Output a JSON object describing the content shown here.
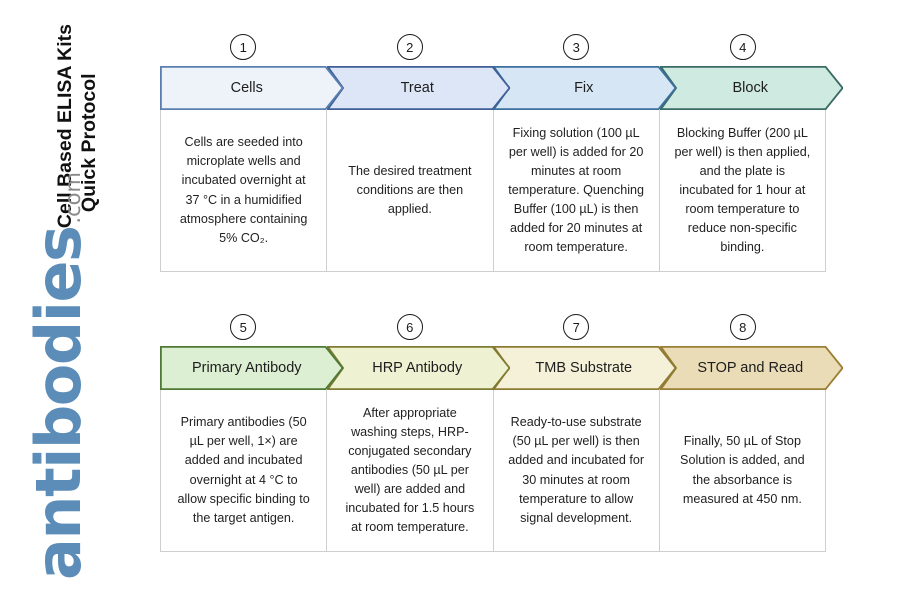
{
  "document": {
    "title_line1": "Cell Based ELISA Kits",
    "title_line2": "Quick Protocol",
    "logo_word": "antibodies",
    "logo_suffix": ".com",
    "background_color": "#ffffff"
  },
  "rows": [
    {
      "id": "row-1",
      "steps": [
        {
          "number": "1",
          "label": "Cells",
          "fill": "#eef3fa",
          "stroke": "#5a7fae",
          "description": "Cells are seeded into microplate wells and incubated overnight at 37 °C in a humidified atmosphere containing 5% CO₂."
        },
        {
          "number": "2",
          "label": "Treat",
          "fill": "#dde6f7",
          "stroke": "#3f5f96",
          "description": "The desired treatment conditions are then applied."
        },
        {
          "number": "3",
          "label": "Fix",
          "fill": "#d6e6f5",
          "stroke": "#3a6f9e",
          "description": "Fixing solution (100 µL per well) is added for 20 minutes at room temperature. Quenching Buffer (100 µL) is then added for 20 minutes at room temperature."
        },
        {
          "number": "4",
          "label": "Block",
          "fill": "#cfeae0",
          "stroke": "#3a6b63",
          "description": "Blocking Buffer (200 µL per well) is then applied, and the plate is incubated for 1 hour at room temperature to reduce non-specific binding."
        }
      ]
    },
    {
      "id": "row-2",
      "steps": [
        {
          "number": "5",
          "label": "Primary Antibody",
          "fill": "#dcefd2",
          "stroke": "#4e7a35",
          "description": "Primary antibodies (50 µL per well, 1×) are added and incubated overnight at 4 °C to allow specific binding to the target antigen."
        },
        {
          "number": "6",
          "label": "HRP Antibody",
          "fill": "#eff1d3",
          "stroke": "#7d7c31",
          "description": "After appropriate washing steps, HRP-conjugated secondary antibodies (50 µL per well) are added and incubated for 1.5 hours at room temperature."
        },
        {
          "number": "7",
          "label": "TMB Substrate",
          "fill": "#f5f1d8",
          "stroke": "#8d7a33",
          "description": "Ready-to-use substrate (50 µL per well) is then added and incubated for 30 minutes at room temperature to allow signal development."
        },
        {
          "number": "8",
          "label": "STOP and Read",
          "fill": "#e9dcb6",
          "stroke": "#9a7f33",
          "description": "Finally, 50 µL of Stop Solution is added, and the absorbance is measured at 450 nm."
        }
      ]
    }
  ]
}
